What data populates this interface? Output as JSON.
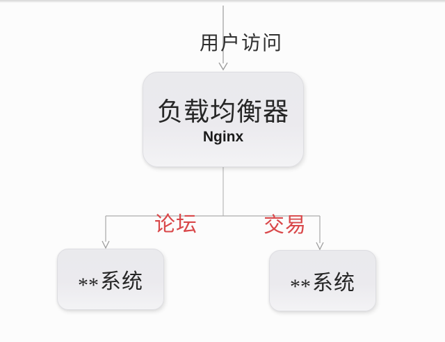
{
  "diagram": {
    "top_label": "用户访问",
    "load_balancer": {
      "title": "负载均衡器",
      "subtitle": "Nginx"
    },
    "branches": {
      "left_label": "论坛",
      "right_label": "交易"
    },
    "systems": {
      "left": {
        "stars": "**",
        "name": "系统"
      },
      "right": {
        "stars": "**",
        "name": "系统"
      }
    },
    "colors": {
      "branch_label_red": "#d9484a",
      "node_fill": "#ebebee",
      "node_border": "#dddde1",
      "connector_line": "#a9a9a9",
      "text": "#262626",
      "background": "#fcfcfc"
    }
  }
}
